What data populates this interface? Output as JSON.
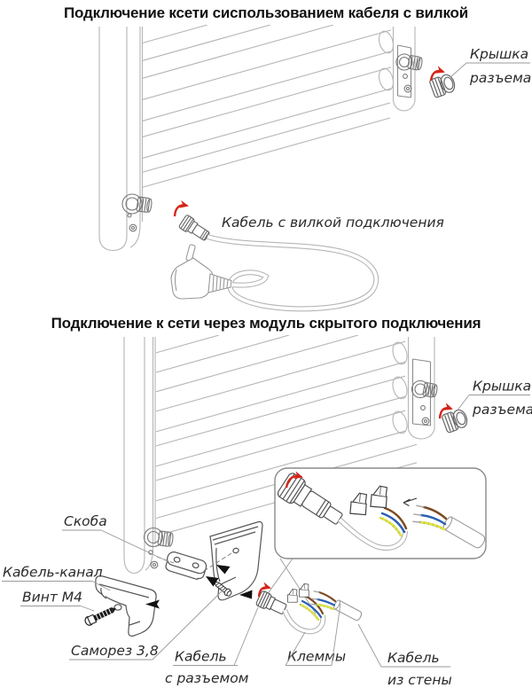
{
  "section1": {
    "title": "Подключение ксети сиспользованием кабеля с вилкой",
    "labels": {
      "cap_line1": "Крышка",
      "cap_line2": "разъема",
      "cable_with_plug": "Кабель с вилкой подключения"
    }
  },
  "section2": {
    "title": "Подключение к сети через модуль скрытого подключения",
    "labels": {
      "cap_line1": "Крышка",
      "cap_line2": "разъема",
      "bracket": "Скоба",
      "cable_channel": "Кабель-канал",
      "screw_m4": "Винт М4",
      "self_tapping_screw": "Саморез 3,8",
      "cable_with_connector_line1": "Кабель",
      "cable_with_connector_line2": "с разъемом",
      "terminals": "Клеммы",
      "wall_cable_line1": "Кабель",
      "wall_cable_line2": "из стены"
    }
  },
  "colors": {
    "rotation_arrow_red": "#d42418",
    "drawing_line_light": "#b5b5b5",
    "drawing_line_dark": "#555555",
    "wire_blue": "#2b5fb5",
    "wire_brown": "#7b4a21",
    "wire_green": "#4c8f2f",
    "wire_yellow": "#e7e43c",
    "label_text": "#2b2b2b",
    "title_text": "#111111"
  }
}
